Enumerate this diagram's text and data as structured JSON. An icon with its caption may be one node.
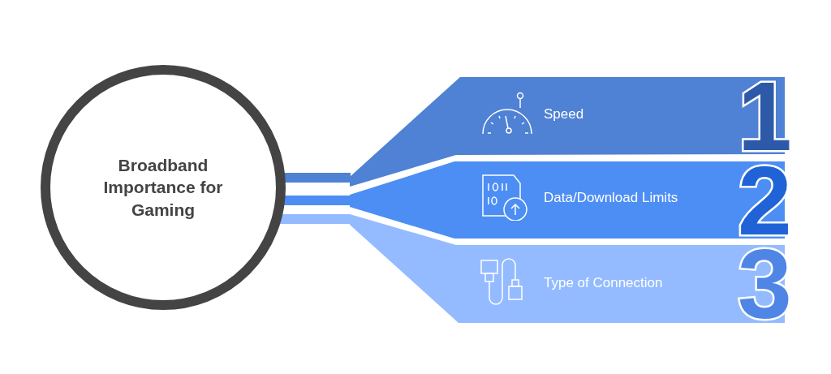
{
  "diagram": {
    "nodes": [
      {
        "text": [
          "Broadband Importance for Gaming"
        ]
      },
      {
        "text": [
          "Speed",
          "1"
        ]
      },
      {
        "text": [
          "Data/Download Limits",
          "2"
        ]
      },
      {
        "text": [
          "Type of Connection",
          "3"
        ]
      }
    ],
    "edges": [
      {
        "from": 0,
        "to": 1,
        "arrow": "none",
        "color": "#4f81d4"
      },
      {
        "from": 0,
        "to": 2,
        "arrow": "none",
        "color": "#4d8ef5"
      },
      {
        "from": 0,
        "to": 3,
        "arrow": "none",
        "color": "#94bbff"
      }
    ]
  }
}
